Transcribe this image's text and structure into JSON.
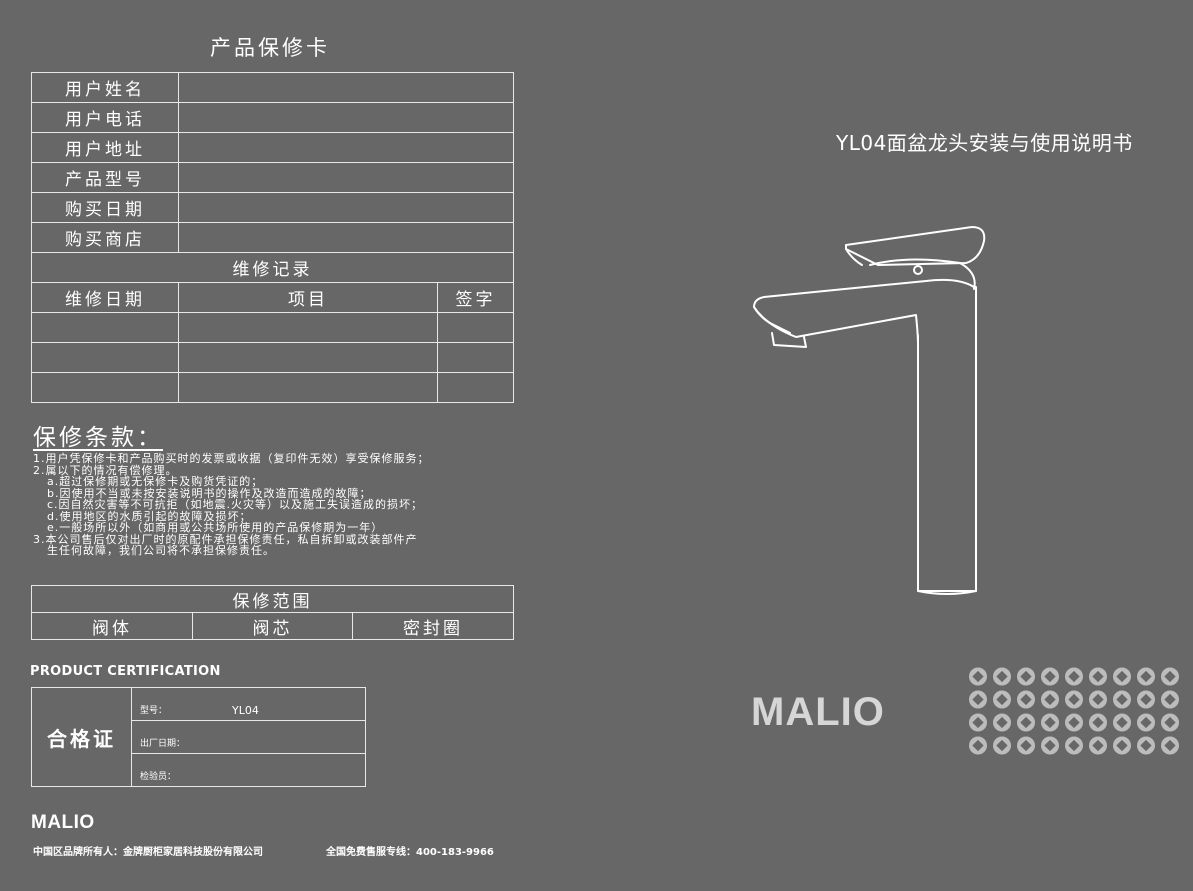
{
  "card": {
    "title": "产品保修卡",
    "fields": [
      {
        "label": "用户姓名"
      },
      {
        "label": "用户电话"
      },
      {
        "label": "用户地址"
      },
      {
        "label": "产品型号"
      },
      {
        "label": "购买日期"
      },
      {
        "label": "购买商店"
      }
    ],
    "repair_header": "维修记录",
    "repair_columns": [
      "维修日期",
      "项目",
      "签字"
    ]
  },
  "terms": {
    "title": "保修条款：",
    "lines": [
      "1.用户凭保修卡和产品购买时的发票或收据（复印件无效）享受保修服务；",
      "2.属以下的情况有偿修理。",
      "a.超过保修期或无保修卡及购货凭证的；",
      "b.因使用不当或未按安装说明书的操作及改造而造成的故障；",
      "c.因自然灾害等不可抗拒（如地震.火灾等）以及施工失误造成的损坏；",
      "d.使用地区的水质引起的故障及损坏；",
      "e.一般场所以外（如商用或公共场所使用的产品保修期为一年）",
      "3.本公司售后仅对出厂时的原配件承担保修责任，私自拆卸或改装部件产",
      "生任何故障，我们公司将不承担保修责任。"
    ]
  },
  "scope": {
    "title": "保修范围",
    "items": [
      "阀体",
      "阀芯",
      "密封圈"
    ]
  },
  "certification": {
    "heading": "PRODUCT CERTIFICATION",
    "label": "合格证",
    "model_label": "型号：",
    "model_value": "YL04",
    "date_label": "出厂日期：",
    "inspector_label": "检验员："
  },
  "brand": {
    "logo": "MALIO",
    "owner": "中国区品牌所有人：金牌厨柜家居科技股份有限公司",
    "hotline": "全国免费售服专线：400-183-9966"
  },
  "cover": {
    "title": "YL04面盆龙头安装与使用说明书",
    "logo": "MALIO"
  },
  "colors": {
    "background": "#676767",
    "foreground": "#ffffff",
    "line": "#e8e8e8"
  },
  "icons": [
    "faucet-illustration",
    "geometric-pattern-icon"
  ]
}
